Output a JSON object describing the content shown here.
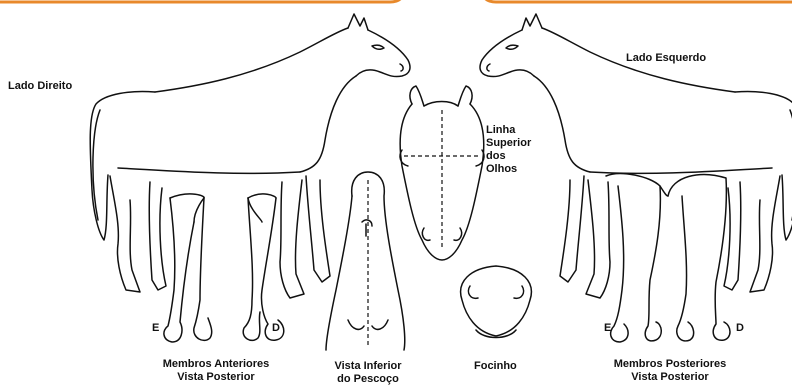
{
  "labels": {
    "right_side": "Lado Direito",
    "left_side": "Lado Esquerdo",
    "eye_line": [
      "Linha",
      "Superior",
      "dos",
      "Olhos"
    ],
    "front_legs": [
      "Membros Anteriores",
      "Vista Posterior"
    ],
    "neck_underside": [
      "Vista Inferior",
      "do Pescoço"
    ],
    "muzzle": "Focinho",
    "hind_legs": [
      "Membros Posteriores",
      "Vista Posterior"
    ],
    "side_e": "E",
    "side_d": "D"
  },
  "colors": {
    "line": "#111111",
    "frame": "#e8892b",
    "background": "#ffffff"
  }
}
